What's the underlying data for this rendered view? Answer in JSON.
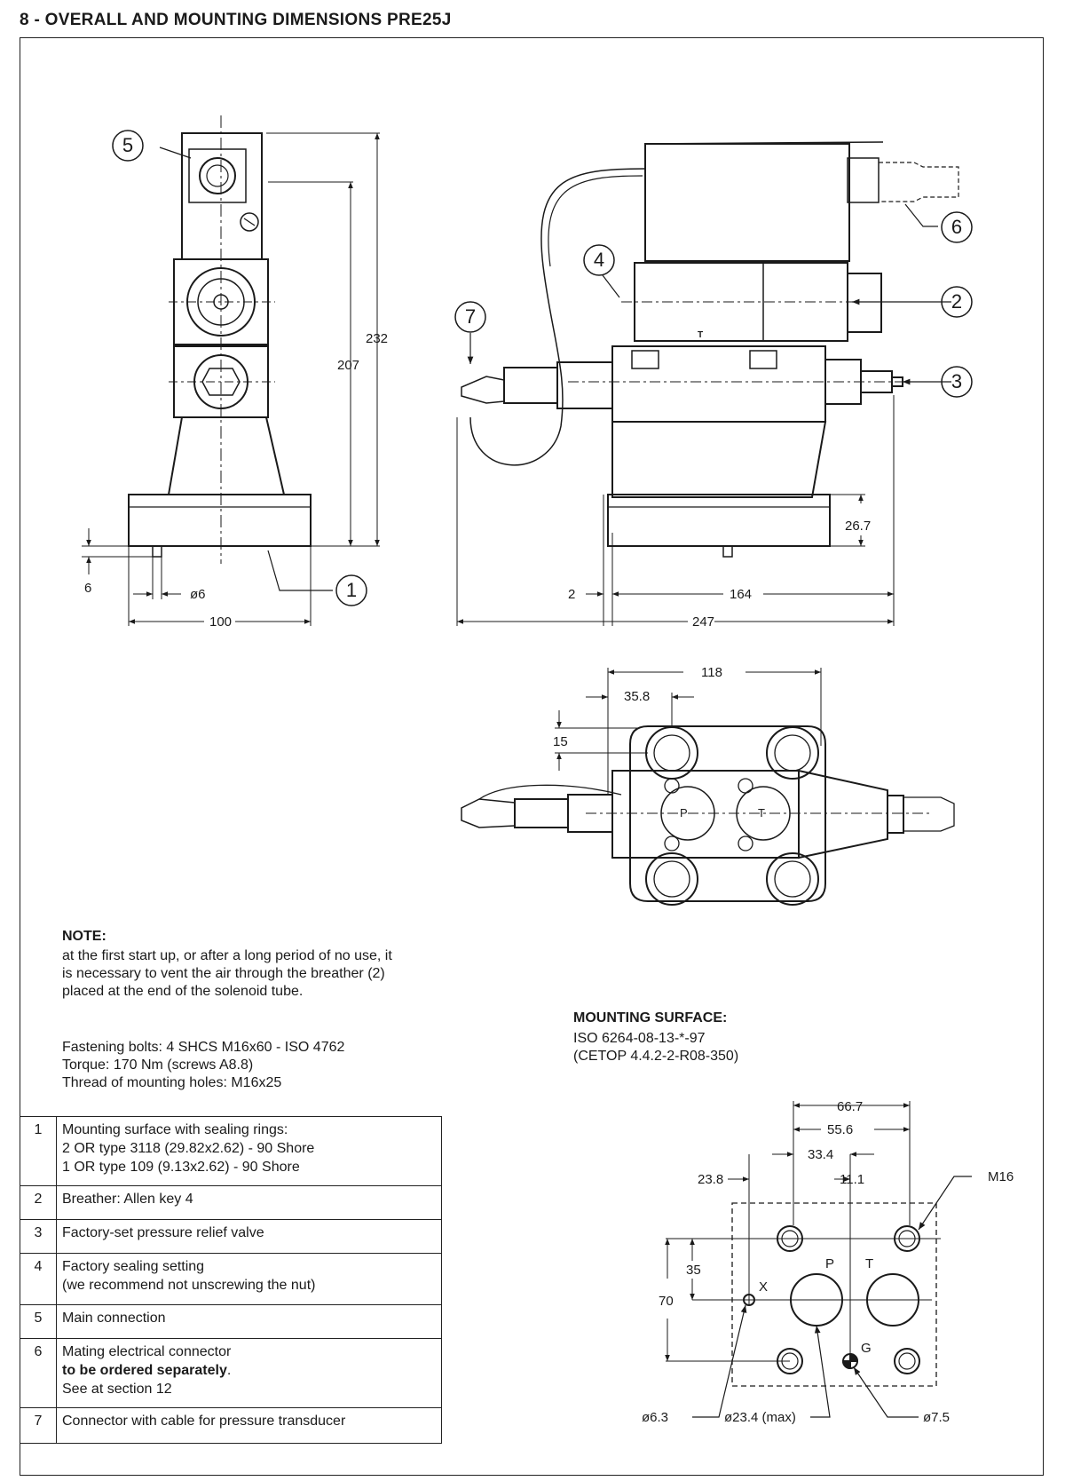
{
  "title": "8 - OVERALL AND MOUNTING DIMENSIONS PRE25J",
  "side_view": {
    "dims": {
      "d232": "232",
      "d207": "207",
      "d6": "6",
      "dphi6": "ø6",
      "d100": "100"
    },
    "callouts": {
      "c1": "1",
      "c5": "5"
    }
  },
  "front_view": {
    "dims": {
      "d26_7": "26.7",
      "d2": "2",
      "d164": "164",
      "d247": "247"
    },
    "callouts": {
      "c2": "2",
      "c3": "3",
      "c4": "4",
      "c6": "6",
      "c7": "7"
    },
    "port_label": "T"
  },
  "top_view": {
    "dims": {
      "d118": "118",
      "d35_8": "35.8",
      "d15": "15"
    },
    "port_p": "P",
    "port_t": "T"
  },
  "note": {
    "title": "NOTE:",
    "lines": [
      "at the first start up, or after a long period of no use, it",
      "is necessary to vent the air through the breather (2)",
      "placed at the end of the solenoid tube."
    ]
  },
  "fastening": {
    "lines": [
      "Fastening bolts:  4 SHCS M16x60 - ISO 4762",
      "Torque: 170 Nm (screws A8.8)",
      "Thread of mounting holes: M16x25"
    ]
  },
  "mounting_surface": {
    "title": "MOUNTING SURFACE:",
    "lines": [
      "ISO 6264-08-13-*-97",
      "(CETOP 4.4.2-2-R08-350)"
    ],
    "dims": {
      "d66_7": "66.7",
      "d55_6": "55.6",
      "d33_4": "33.4",
      "d23_8": "23.8",
      "d11_1": "11.1",
      "d35": "35",
      "d70": "70",
      "m16": "M16",
      "phi6_3": "ø6.3",
      "phi23_4": "ø23.4 (max)",
      "phi7_5": "ø7.5"
    },
    "ports": {
      "x": "X",
      "p": "P",
      "t": "T",
      "g": "G"
    }
  },
  "legend": [
    {
      "num": "1",
      "lines": [
        "Mounting surface with sealing rings:",
        "2 OR type 3118 (29.82x2.62) - 90 Shore",
        "1 OR type 109 (9.13x2.62) - 90 Shore"
      ]
    },
    {
      "num": "2",
      "lines": [
        "Breather: Allen key 4"
      ]
    },
    {
      "num": "3",
      "lines": [
        "Factory-set pressure relief valve"
      ]
    },
    {
      "num": "4",
      "lines": [
        "Factory sealing setting",
        "(we recommend not unscrewing the nut)"
      ]
    },
    {
      "num": "5",
      "lines": [
        "Main connection"
      ]
    },
    {
      "num": "6",
      "lines": [
        "Mating electrical connector",
        "to be ordered separately",
        ".",
        "See at section 12"
      ]
    },
    {
      "num": "7",
      "lines": [
        "Connector with cable for pressure transducer"
      ]
    }
  ]
}
